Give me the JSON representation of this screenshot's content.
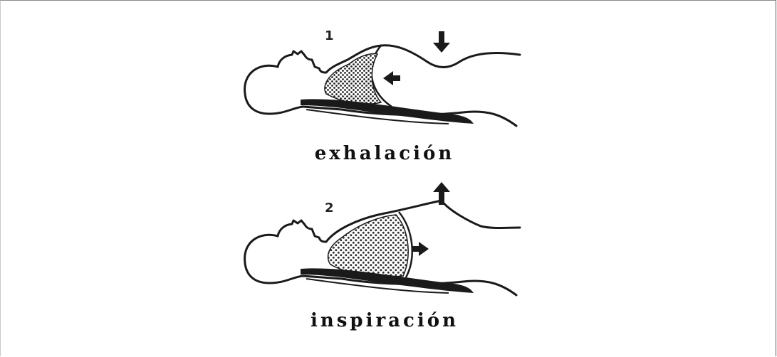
{
  "diagram": {
    "panels": [
      {
        "number": "1",
        "caption": "exhalación"
      },
      {
        "number": "2",
        "caption": "inspiración"
      }
    ]
  }
}
